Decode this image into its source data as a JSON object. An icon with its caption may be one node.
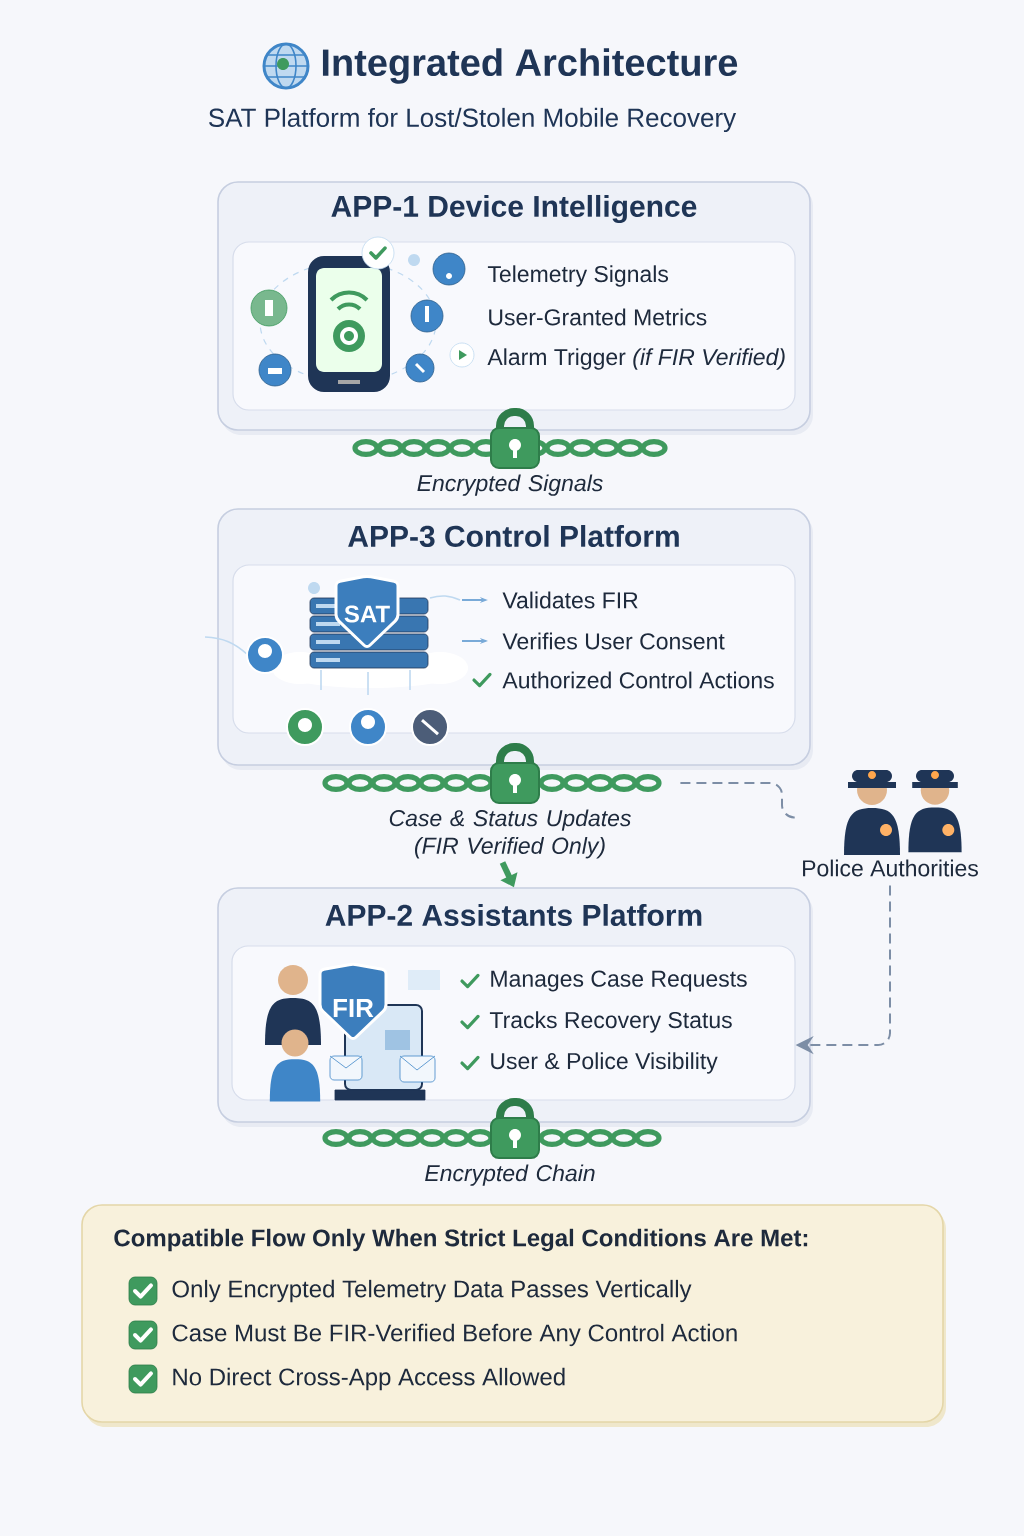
{
  "diagram": {
    "title": "Integrated Architecture",
    "nodes": [
      {
        "text": [
          "APP-1 Device Intelligence"
        ]
      },
      {
        "text": [
          "Telemetry Signals",
          "User-Granted Metrics",
          "Alarm Trigger *(if FIR Verified)*"
        ],
        "in": 0
      },
      {
        "text": [],
        "shape": "picture",
        "beside": [
          "Encrypted Signals"
        ]
      },
      {
        "text": [
          "APP-3 Control Platform"
        ]
      },
      {
        "text": [
          "Validates FIR",
          "Verifies User Consent",
          "Authorized Control Actions"
        ],
        "in": 3
      },
      {
        "text": [],
        "shape": "picture",
        "beside": [
          "Case & Status Updates (FIR Verified Only)"
        ]
      },
      {
        "text": [
          "Police Authorities"
        ]
      },
      {
        "text": [
          "APP-2 Assistants Platform"
        ]
      },
      {
        "text": [
          "Manages Case Requests",
          "Tracks Recovery Status",
          "User & Police Visibility"
        ],
        "in": 7
      },
      {
        "text": [],
        "shape": "picture",
        "beside": [
          "Encrypted Chain"
        ]
      },
      {
        "text": [
          "Compatible Flow Only When Strict Legal Conditions Are Met:",
          "Only Encrypted Telemetry Data Passes Vertically",
          "Case Must Be FIR-Verified Before Any Control Action",
          "No Direct Cross-App Access Allowed"
        ]
      }
    ],
    "edges": [
      {
        "from": 5,
        "to": 7,
        "arrow": "to",
        "style": "thick",
        "color": "#3f9a5e"
      },
      {
        "from": 5,
        "to": 6,
        "arrow": "none",
        "style": "dashed"
      },
      {
        "from": 6,
        "to": 8,
        "arrow": "to",
        "style": "dashed"
      }
    ],
    "labels": [
      "SAT Platform for Lost/Stolen Mobile Recovery",
      "SAT",
      "FIR"
    ]
  }
}
